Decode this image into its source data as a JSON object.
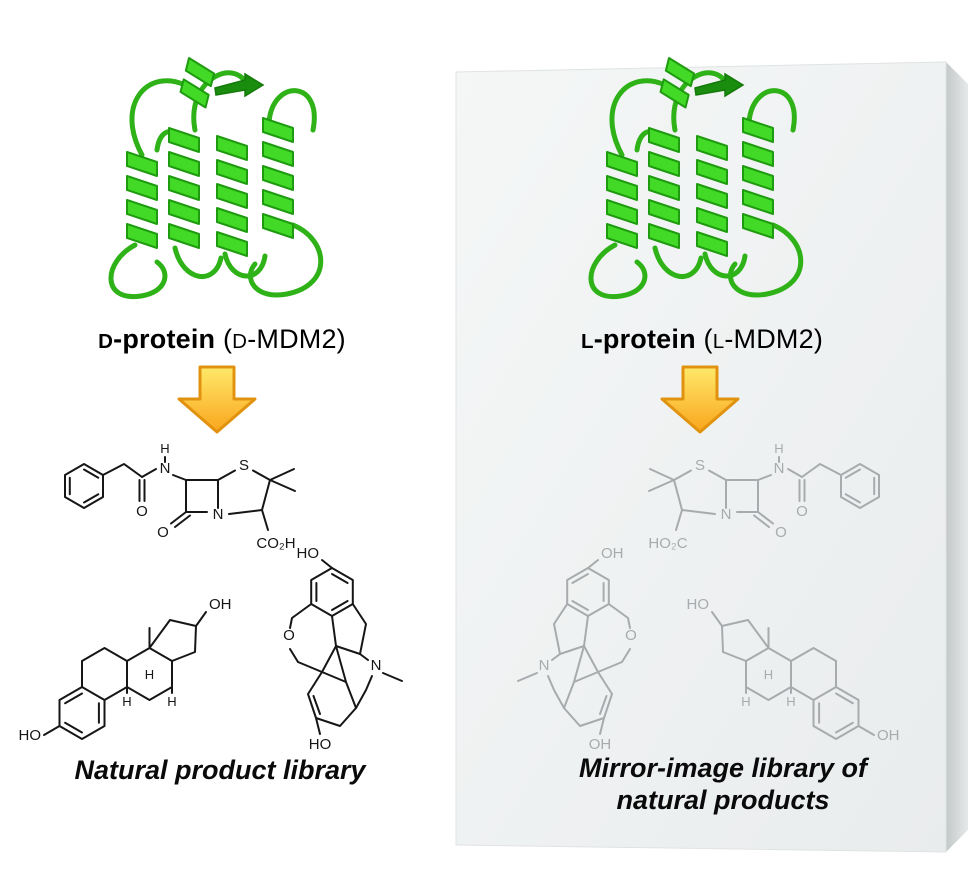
{
  "left_column": {
    "protein_label": {
      "sc_bold": "D",
      "bold_rest": "-protein",
      "normal_open": "(",
      "sc_normal": "D",
      "normal_rest": "-MDM2)"
    },
    "caption": "Natural product library"
  },
  "right_column": {
    "protein_label": {
      "sc_bold": "L",
      "bold_rest": "-protein",
      "normal_open": "(",
      "sc_normal": "L",
      "normal_rest": "-MDM2)"
    },
    "caption_line1": "Mirror-image library of",
    "caption_line2": "natural products"
  },
  "atoms": {
    "H": "H",
    "N": "N",
    "O": "O",
    "S": "S",
    "HO": "HO",
    "OH": "OH",
    "CO2H": "CO₂H",
    "HO2C": "HO₂C"
  },
  "colors": {
    "protein_green": "#42da26",
    "protein_outline": "#1f9b10",
    "arrow_fill_top": "#ffe96a",
    "arrow_fill_bottom": "#f9a51d",
    "arrow_stroke": "#e1930f",
    "mirror_structure_gray": "#a8abad",
    "ink_black": "#161616",
    "mirror_panel_gray": "#eff1f1"
  }
}
